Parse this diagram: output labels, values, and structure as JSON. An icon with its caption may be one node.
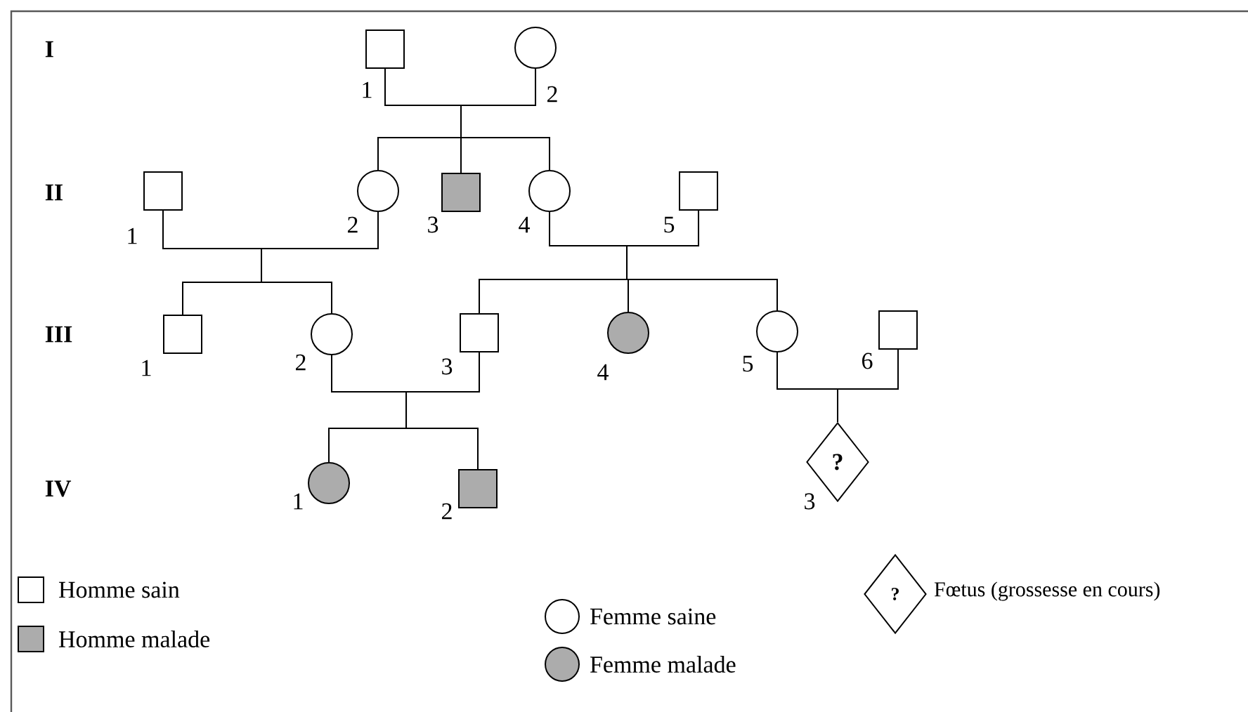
{
  "diagram": {
    "nodes": [
      {
        "text": [],
        "shape": "box",
        "beside": [
          "1"
        ]
      },
      {
        "text": [],
        "shape": "circle",
        "beside": [
          "2"
        ]
      },
      {
        "text": [],
        "shape": "box",
        "beside": [
          "1"
        ]
      },
      {
        "text": [],
        "shape": "circle",
        "beside": [
          "2"
        ]
      },
      {
        "text": [],
        "shape": "box",
        "beside": [
          "3"
        ]
      },
      {
        "text": [],
        "shape": "circle",
        "beside": [
          "4"
        ]
      },
      {
        "text": [],
        "shape": "box",
        "beside": [
          "5"
        ]
      },
      {
        "text": [],
        "shape": "box",
        "beside": [
          "1"
        ]
      },
      {
        "text": [],
        "shape": "circle",
        "beside": [
          "2"
        ]
      },
      {
        "text": [],
        "shape": "box",
        "beside": [
          "3"
        ]
      },
      {
        "text": [],
        "shape": "circle",
        "beside": [
          "4"
        ]
      },
      {
        "text": [],
        "shape": "circle",
        "beside": [
          "5"
        ]
      },
      {
        "text": [],
        "shape": "box",
        "beside": [
          "6"
        ]
      },
      {
        "text": [],
        "shape": "circle",
        "beside": [
          "1"
        ]
      },
      {
        "text": [],
        "shape": "box",
        "beside": [
          "2"
        ]
      },
      {
        "text": [
          "?"
        ],
        "beside": [
          "3"
        ]
      }
    ],
    "edges": [
      {
        "from": 0,
        "to": 3,
        "arrow": "none"
      },
      {
        "from": 0,
        "to": 4,
        "arrow": "none"
      },
      {
        "from": 0,
        "to": 5,
        "arrow": "none"
      },
      {
        "from": 1,
        "to": 3,
        "arrow": "none"
      },
      {
        "from": 1,
        "to": 4,
        "arrow": "none"
      },
      {
        "from": 1,
        "to": 5,
        "arrow": "none"
      },
      {
        "from": 2,
        "to": 7,
        "arrow": "none"
      },
      {
        "from": 2,
        "to": 8,
        "arrow": "none"
      },
      {
        "from": 3,
        "to": 7,
        "arrow": "none"
      },
      {
        "from": 3,
        "to": 8,
        "arrow": "none"
      },
      {
        "from": 5,
        "to": 9,
        "arrow": "none"
      },
      {
        "from": 5,
        "to": 10,
        "arrow": "none"
      },
      {
        "from": 5,
        "to": 11,
        "arrow": "none"
      },
      {
        "from": 6,
        "to": 9,
        "arrow": "none"
      },
      {
        "from": 6,
        "to": 10,
        "arrow": "none"
      },
      {
        "from": 6,
        "to": 11,
        "arrow": "none"
      },
      {
        "from": 8,
        "to": 13,
        "arrow": "none"
      },
      {
        "from": 8,
        "to": 14,
        "arrow": "none"
      },
      {
        "from": 9,
        "to": 13,
        "arrow": "none"
      },
      {
        "from": 9,
        "to": 14,
        "arrow": "none"
      },
      {
        "from": 11,
        "to": 15,
        "arrow": "none"
      },
      {
        "from": 12,
        "to": 15,
        "arrow": "none"
      }
    ],
    "labels": [
      "I",
      "II",
      "III",
      "IV",
      "?"
    ],
    "legend": [
      {
        "text": "Homme sain"
      },
      {
        "text": "Homme malade"
      },
      {
        "text": "Femme saine"
      },
      {
        "text": "Femme malade"
      },
      {
        "text": "Fœtus (grossesse en cours)"
      }
    ]
  }
}
